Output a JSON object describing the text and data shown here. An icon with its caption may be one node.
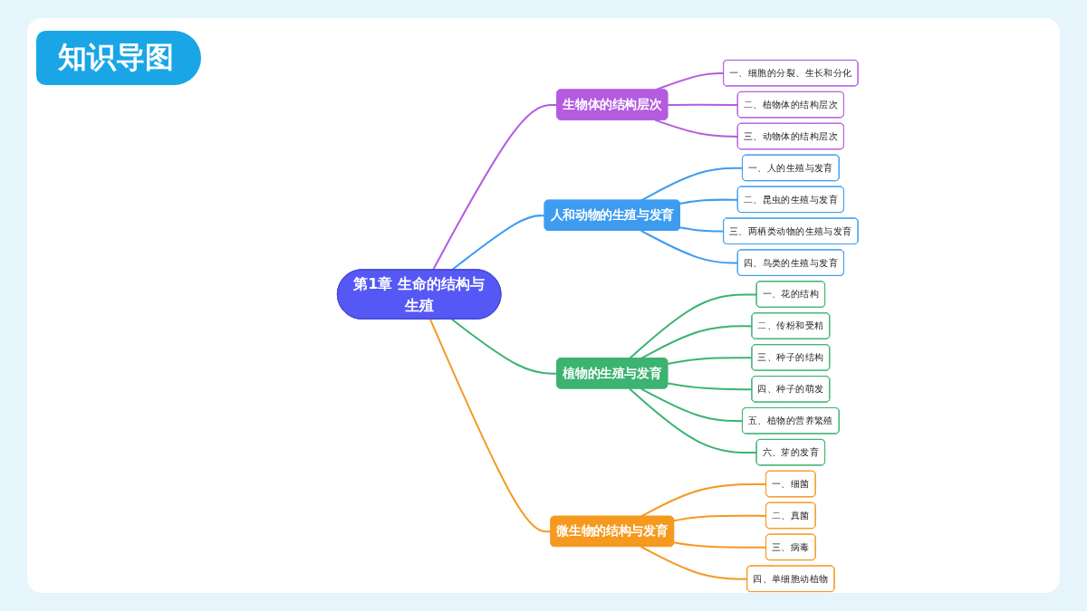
{
  "diagram": {
    "title": "知识导图",
    "nodes": [
      {
        "text": [
          "第1章 生命的结构与生殖"
        ]
      },
      {
        "text": [
          "生物体的结构层次"
        ]
      },
      {
        "text": [
          "一、细胞的分裂、生长和分化"
        ]
      },
      {
        "text": [
          "二、植物体的结构层次"
        ]
      },
      {
        "text": [
          "三、动物体的结构层次"
        ]
      },
      {
        "text": [
          "人和动物的生殖与发育"
        ]
      },
      {
        "text": [
          "一、人的生殖与发育"
        ]
      },
      {
        "text": [
          "二、昆虫的生殖与发育"
        ]
      },
      {
        "text": [
          "三、两栖类动物的生殖与发育"
        ]
      },
      {
        "text": [
          "四、鸟类的生殖与发育"
        ]
      },
      {
        "text": [
          "植物的生殖与发育"
        ]
      },
      {
        "text": [
          "一、花的结构"
        ]
      },
      {
        "text": [
          "二、传粉和受精"
        ]
      },
      {
        "text": [
          "三、种子的结构"
        ]
      },
      {
        "text": [
          "四、种子的萌发"
        ]
      },
      {
        "text": [
          "五、植物的营养繁殖"
        ]
      },
      {
        "text": [
          "六、芽的发育"
        ]
      },
      {
        "text": [
          "微生物的结构与发育"
        ]
      },
      {
        "text": [
          "一、细菌"
        ]
      },
      {
        "text": [
          "二、真菌"
        ]
      },
      {
        "text": [
          "三、病毒"
        ]
      },
      {
        "text": [
          "四、单细胞动植物"
        ]
      }
    ],
    "edges": [
      {
        "from": 0,
        "to": 1,
        "arrow": "none",
        "color": "#b45be0"
      },
      {
        "from": 1,
        "to": 2,
        "arrow": "none",
        "color": "#b45be0"
      },
      {
        "from": 1,
        "to": 3,
        "arrow": "none",
        "color": "#b45be0"
      },
      {
        "from": 1,
        "to": 4,
        "arrow": "none",
        "color": "#b45be0"
      },
      {
        "from": 0,
        "to": 5,
        "arrow": "none",
        "color": "#3d9cf0"
      },
      {
        "from": 5,
        "to": 6,
        "arrow": "none",
        "color": "#3d9cf0"
      },
      {
        "from": 5,
        "to": 7,
        "arrow": "none",
        "color": "#3d9cf0"
      },
      {
        "from": 5,
        "to": 8,
        "arrow": "none",
        "color": "#3d9cf0"
      },
      {
        "from": 5,
        "to": 9,
        "arrow": "none",
        "color": "#3d9cf0"
      },
      {
        "from": 0,
        "to": 10,
        "arrow": "none",
        "color": "#3cb371"
      },
      {
        "from": 10,
        "to": 11,
        "arrow": "none",
        "color": "#3cb371"
      },
      {
        "from": 10,
        "to": 12,
        "arrow": "none",
        "color": "#3cb371"
      },
      {
        "from": 10,
        "to": 13,
        "arrow": "none",
        "color": "#3cb371"
      },
      {
        "from": 10,
        "to": 14,
        "arrow": "none",
        "color": "#3cb371"
      },
      {
        "from": 10,
        "to": 15,
        "arrow": "none",
        "color": "#3cb371"
      },
      {
        "from": 10,
        "to": 16,
        "arrow": "none",
        "color": "#3cb371"
      },
      {
        "from": 0,
        "to": 17,
        "arrow": "none",
        "color": "#f5991f"
      },
      {
        "from": 17,
        "to": 18,
        "arrow": "none",
        "color": "#f5991f"
      },
      {
        "from": 17,
        "to": 19,
        "arrow": "none",
        "color": "#f5991f"
      },
      {
        "from": 17,
        "to": 20,
        "arrow": "none",
        "color": "#f5991f"
      },
      {
        "from": 17,
        "to": 21,
        "arrow": "none",
        "color": "#f5991f"
      }
    ]
  }
}
